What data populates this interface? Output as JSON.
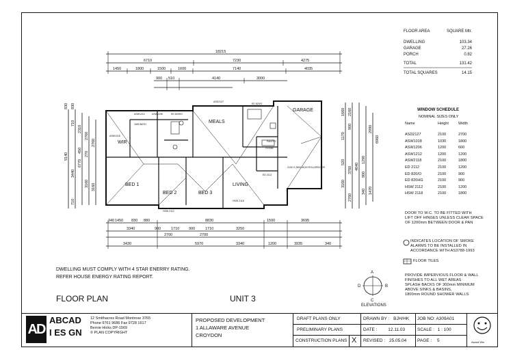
{
  "dimensions": {
    "top": [
      "18215",
      "6710",
      "7230",
      "4275",
      "1450",
      "1800",
      "1500",
      "1600",
      "7140",
      "4035",
      "900",
      "510",
      "4140",
      "3000"
    ],
    "bottom": [
      "1450",
      "830",
      "880",
      "8830",
      "1500",
      "3695",
      "3340",
      "900",
      "1710",
      "900",
      "1710",
      "3250",
      "2700",
      "2700",
      "3430",
      "5970",
      "3340",
      "1200",
      "3935",
      "340"
    ],
    "left": [
      "9140",
      "830",
      "830",
      "2310",
      "2760",
      "710",
      "3440",
      "6770",
      "3160",
      "710",
      "450",
      "270",
      "3160",
      "2760"
    ],
    "right": [
      "1660",
      "2160",
      "1170",
      "900",
      "1290",
      "2990",
      "6960",
      "3760",
      "4040",
      "520",
      "900",
      "340",
      "3160",
      "1470",
      "2760"
    ],
    "bottom_small": [
      "340"
    ]
  },
  "rooms": {
    "wir": "WIR",
    "meals": "MEALS",
    "garage": "GARAGE",
    "bed1": "BED 1",
    "bed2": "BED 2",
    "bed3": "BED 3",
    "living": "LIVING"
  },
  "plan_labels": {
    "l1": "ASW1212",
    "l2": "ASW1206",
    "l3": "ED 820HG",
    "l4": "ASD2127",
    "l5": "ED 820/O",
    "l6": "1650 BATH",
    "l7": "HSW 2112",
    "l8": "HSW 2118",
    "l9": "2100 X 2800 HIGH ROLLERDOOR",
    "l10": "PANTRY",
    "l11": "CLOAK",
    "l12": "ED 2112",
    "l13": "ASW1018"
  },
  "area_table": {
    "header_label": "FLOOR AREA",
    "header_unit": "SQUARE Mtr.",
    "rows": [
      {
        "label": "DWELLING",
        "value": "103.34"
      },
      {
        "label": "GARAGE",
        "value": "27.26"
      },
      {
        "label": "PORCH",
        "value": "0.82"
      }
    ],
    "total_label": "TOTAL",
    "total_value": "131.42",
    "total_squares_label": "TOTAL SQUARES",
    "total_squares_value": "14.15"
  },
  "window_schedule": {
    "title": "WINDOW SCHEDULE",
    "subtitle": "NOMINAL SIZES ONLY",
    "cols": [
      "Name",
      "Height",
      "Width"
    ],
    "rows": [
      [
        "ASD2127",
        "2100",
        "2700"
      ],
      [
        "ASW1018",
        "1030",
        "1800"
      ],
      [
        "ASW1206",
        "1200",
        "600"
      ],
      [
        "ASW1212",
        "1200",
        "1200"
      ],
      [
        "ASW2118",
        "2100",
        "1800"
      ],
      [
        "ED 2112",
        "2100",
        "1200"
      ],
      [
        "ED 820/O",
        "2100",
        "900"
      ],
      [
        "ED 820HG",
        "2100",
        "900"
      ],
      [
        "HSW 2112",
        "2100",
        "1200"
      ],
      [
        "HSW 2118",
        "2100",
        "1800"
      ]
    ]
  },
  "notes": {
    "door_note": [
      "DOOR TO W.C. TO BE FITTED WITH",
      "LIFT OFF HINGES UNLESS CLEAR SPACE",
      "OF 1200mm BETWEEN DOOR & PAN"
    ],
    "smoke_note": [
      "INDICATES LOCATION OF SMOKE",
      "ALARMS TO BE INSTALLED IN",
      "ACCORDANCE WITH AS3788-1993"
    ],
    "floor_tiles": "FLOOR TILES",
    "impervious_note": [
      "PROVIDE IMPERVIOUS FLOOR & WALL",
      "FINISHES TO ALL WET AREAS",
      "SPLASH BACKS OF 300mm MINIMUM",
      "ABOVE SINKS & BASINS,",
      "1800mm ROUND SHOWER WALLS"
    ],
    "energy_1": "DWELLING MUST COMPLY WITH 4 STAR ENERRY RATING.",
    "energy_2": "REFER HOUSE ENERGY RATING REPORT."
  },
  "elevations": {
    "a": "A",
    "b": "B",
    "c": "C",
    "d": "D",
    "label": "ELEVATIONS"
  },
  "titles": {
    "floor_plan": "FLOOR PLAN",
    "unit": "UNIT 3"
  },
  "title_block": {
    "logo_mark": "AD",
    "company_1": "ABCAD",
    "company_2": "I ES GN",
    "address": "12 Smithacres Road Montrose 3765",
    "phone": "Phone 9761 9686 Fax 9728 1617",
    "contact": "Bernie Hicks DP-1569",
    "copyright": "© PLAN COPYRIGHT",
    "project_1": "PROPOSED DEVELOPMENT",
    "project_2": "1 ALLAWARE AVENUE",
    "project_3": "CROYDON",
    "status_1": "DRAFT PLANS ONLY",
    "status_2": "PRELIMINARY PLANS",
    "status_3": "CONSTRUCTION PLANS",
    "status_mark": "X",
    "drawn_label": "DRAWN BY :",
    "drawn_value": "BJH/HK",
    "date_label": "DATE :",
    "date_value": "12.11.03",
    "revised_label": "REVISED :",
    "revised_value": "25.05.04",
    "job_label": "JOB NO:",
    "job_value": "A309A01",
    "scale_label": "SCALE :",
    "scale_value": "1 : 100",
    "page_label": "PAGE :",
    "page_value": "5",
    "award_text": "Award Win"
  }
}
